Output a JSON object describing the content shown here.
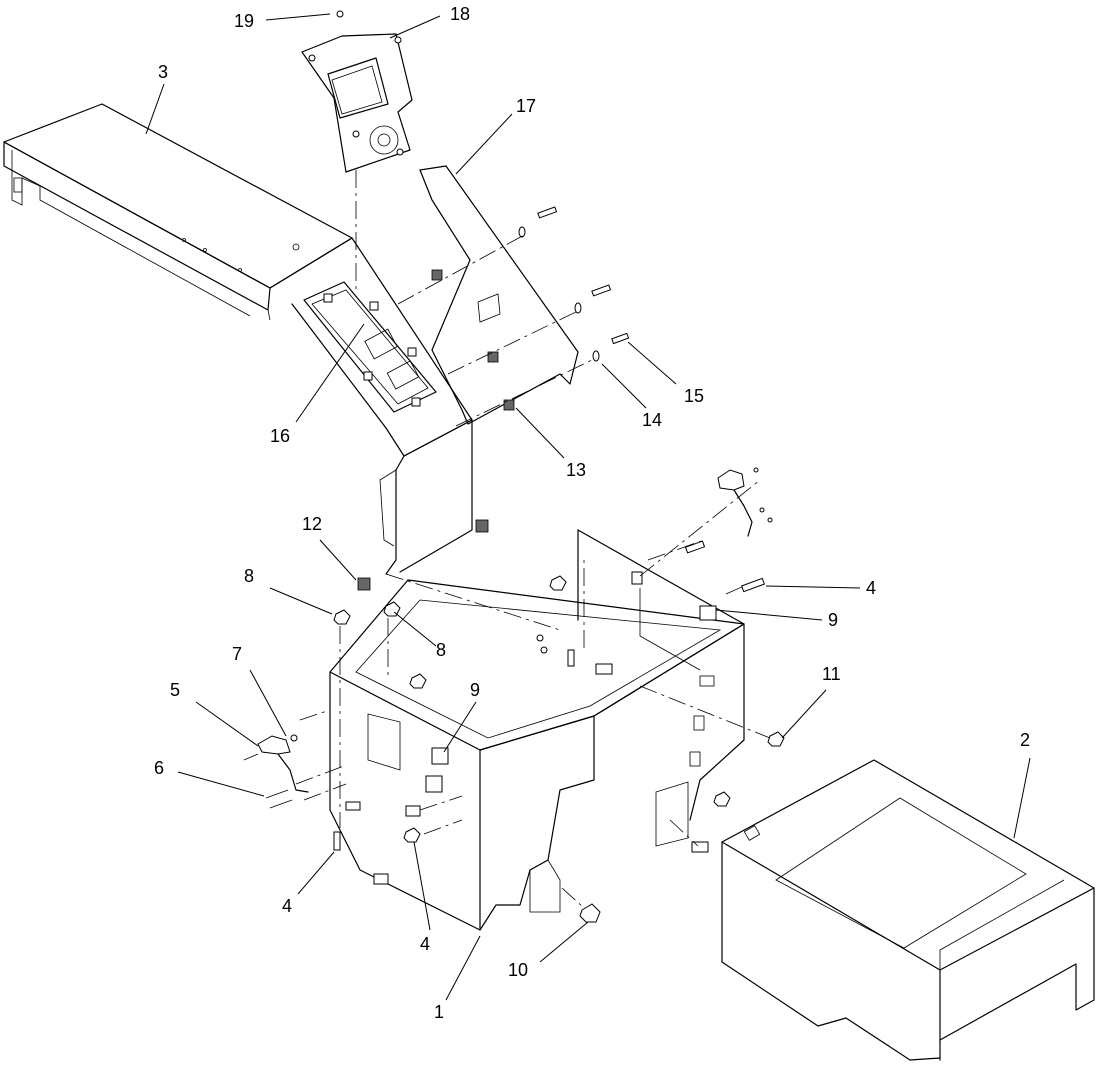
{
  "diagram": {
    "callouts": [
      {
        "id": "c1",
        "label": "1"
      },
      {
        "id": "c2",
        "label": "2"
      },
      {
        "id": "c3",
        "label": "3"
      },
      {
        "id": "c4a",
        "label": "4"
      },
      {
        "id": "c4b",
        "label": "4"
      },
      {
        "id": "c4c",
        "label": "4"
      },
      {
        "id": "c5",
        "label": "5"
      },
      {
        "id": "c6",
        "label": "6"
      },
      {
        "id": "c7",
        "label": "7"
      },
      {
        "id": "c8a",
        "label": "8"
      },
      {
        "id": "c8b",
        "label": "8"
      },
      {
        "id": "c9a",
        "label": "9"
      },
      {
        "id": "c9b",
        "label": "9"
      },
      {
        "id": "c10",
        "label": "10"
      },
      {
        "id": "c11",
        "label": "11"
      },
      {
        "id": "c12",
        "label": "12"
      },
      {
        "id": "c13",
        "label": "13"
      },
      {
        "id": "c14",
        "label": "14"
      },
      {
        "id": "c15",
        "label": "15"
      },
      {
        "id": "c16",
        "label": "16"
      },
      {
        "id": "c17",
        "label": "17"
      },
      {
        "id": "c18",
        "label": "18"
      },
      {
        "id": "c19",
        "label": "19"
      }
    ]
  }
}
